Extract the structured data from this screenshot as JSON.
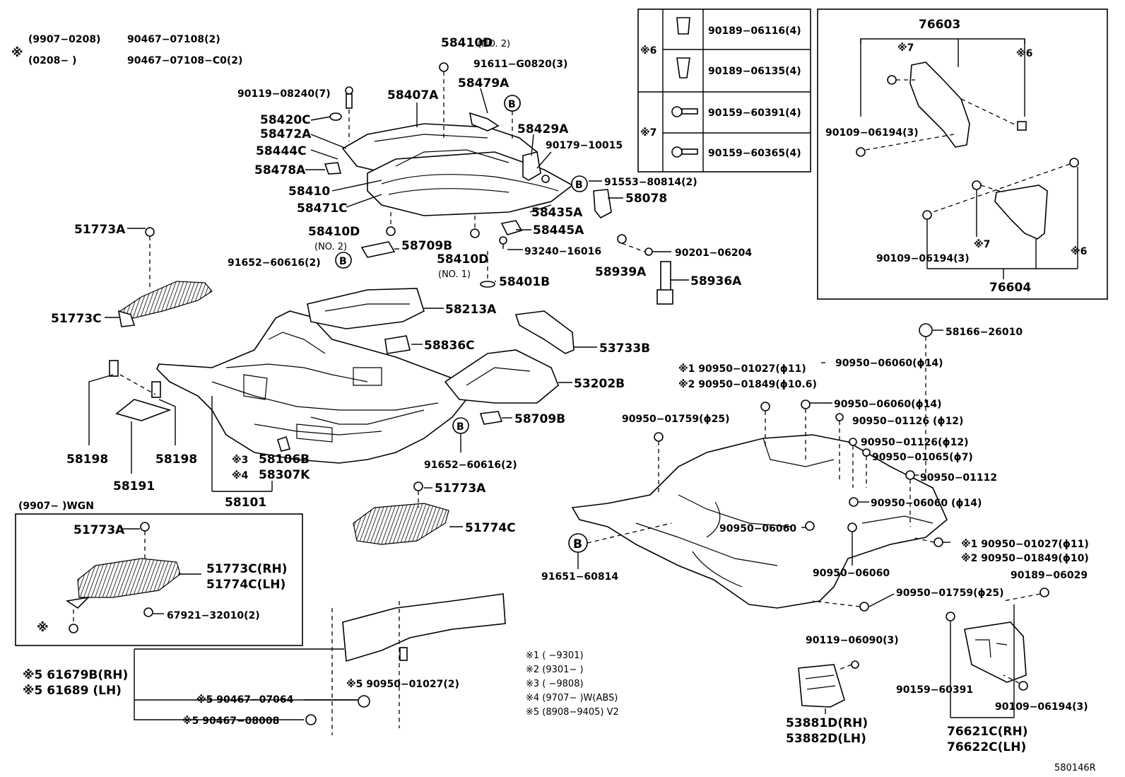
{
  "note_top": {
    "symbol": "※",
    "rows": [
      {
        "range": "(9907−0208)",
        "part": "90467−07108(2)"
      },
      {
        "range": "(0208−        )",
        "part": "90467−07108−C0(2)"
      }
    ]
  },
  "labels": {
    "p58410D_top": "58410D",
    "p58410D_top_no": "(NO. 2)",
    "p91611": "91611−G0820(3)",
    "p90119_08240": "90119−08240(7)",
    "p58407A": "58407A",
    "p58479A": "58479A",
    "p58420C": "58420C",
    "p58472A": "58472A",
    "p58429A": "58429A",
    "p90179": "90179−10015",
    "p58444C": "58444C",
    "p58478A": "58478A",
    "p91553": "91553−80814(2)",
    "p58410": "58410",
    "p58078": "58078",
    "p58471C": "58471C",
    "p58435A": "58435A",
    "p58410D_mid": "58410D",
    "p58445A": "58445A",
    "p90201": "90201−06204",
    "no2": "(NO. 2)",
    "p58709B_top": "58709B",
    "p58410D_no1": "58410D",
    "no1": "(NO. 1)",
    "p93240": "93240−16016",
    "p58939A": "58939A",
    "p91652_top": "91652−60616(2)",
    "p58401B": "58401B",
    "p58936A": "58936A",
    "p51773A_top": "51773A",
    "p51773C": "51773C",
    "p58213A": "58213A",
    "p58836C": "58836C",
    "p53733B": "53733B",
    "p53202B": "53202B",
    "p58709B_bot": "58709B",
    "p58198_l": "58198",
    "p58198_r": "58198",
    "p58191": "58191",
    "p58106B": "58106B",
    "p58307K": "58307K",
    "m3": "※3",
    "m4": "※4",
    "p91652_bot": "91652−60616(2)",
    "p58101": "58101",
    "p51773A_mid": "51773A",
    "p51774C": "51774C",
    "p58166": "58166−26010",
    "f90950_06060_14a": "90950−06060(ϕ14)",
    "f1_01027": "※1 90950−01027(ϕ11)",
    "f2_01849": "※2 90950−01849(ϕ10.6)",
    "f90950_06060_14b": "90950−06060(ϕ14)",
    "f01759_25a": "90950−01759(ϕ25)",
    "f01126_12a": "90950−01126 (ϕ12)",
    "f01126_12b": "90950−01126(ϕ12)",
    "f01065_7": "90950−01065(ϕ7)",
    "f01112": "90950−01112",
    "f06060_14c": "90950−06060 (ϕ14)",
    "f06060_a": "90950−06060",
    "f06060_b": "90950−06060",
    "f1_01027_b": "※1 90950−01027(ϕ11)",
    "f2_01849_b": "※2 90950−01849(ϕ10)",
    "f91651": "91651−60814",
    "f01759_25b": "90950−01759(ϕ25)",
    "f90189_06029": "90189−06029",
    "f90119_06090": "90119−06090(3)",
    "f90159_60391": "90159−60391",
    "f90109_06194_b": "90109−06194(3)",
    "p53881D": "53881D(RH)",
    "p53882D": "53882D(LH)",
    "p76621C": "76621C(RH)",
    "p76622C": "76622C(LH)",
    "wgn_header": "(9907−        )WGN",
    "wgn_51773A": "51773A",
    "wgn_51773C": "51773C(RH)",
    "wgn_51774C": "51774C(LH)",
    "wgn_67921": "67921−32010(2)",
    "wgn_star": "※",
    "p61679B": "※5 61679B(RH)",
    "p61689": "※5 61689  (LH)",
    "p90467_07064": "※5 90467−07064",
    "p90467_08008": "※5 90467−08008",
    "p90950_01027_2": "※5 90950−01027(2)",
    "b_circle": "B"
  },
  "legend_table": {
    "rows": [
      {
        "group": "※6",
        "part": "90189−06116(4)"
      },
      {
        "group": "",
        "part": "90189−06135(4)"
      },
      {
        "group": "※7",
        "part": "90159−60391(4)"
      },
      {
        "group": "",
        "part": "90159−60365(4)"
      }
    ]
  },
  "bracket_box": {
    "top_part": "76603",
    "bottom_part": "76604",
    "m7a": "※7",
    "m6a": "※6",
    "bolt_a": "90109−06194(3)",
    "m7b": "※7",
    "m6b": "※6",
    "bolt_b": "90109−06194(3)"
  },
  "footnotes": [
    "※1 (        −9301)",
    "※2 (9301−        )",
    "※3 (        −9808)",
    "※4 (9707−        )W(ABS)",
    "※5 (8908−9405) V2"
  ],
  "diagram_code": "580146R"
}
